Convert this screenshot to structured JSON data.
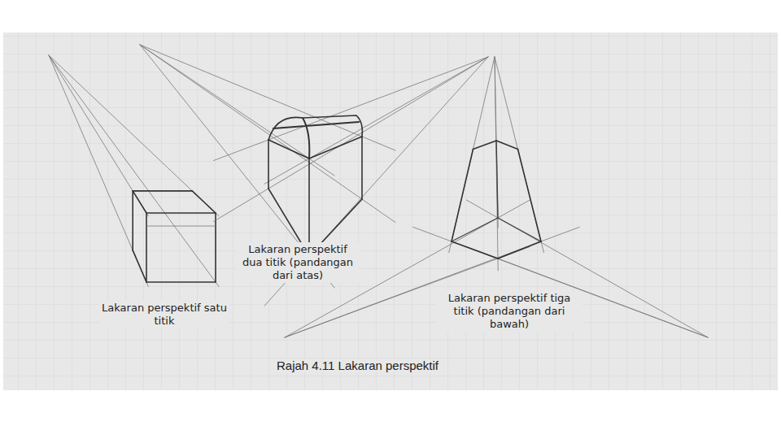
{
  "diagram": {
    "caption": "Rajah 4.11 Lakaran perspektif",
    "labels": [
      "Lakaran perspektif satu titik",
      "Lakaran perspektif dua titik (pandangan dari atas)",
      "Lakaran perspektif tiga titik (pandangan dari bawah)"
    ]
  }
}
